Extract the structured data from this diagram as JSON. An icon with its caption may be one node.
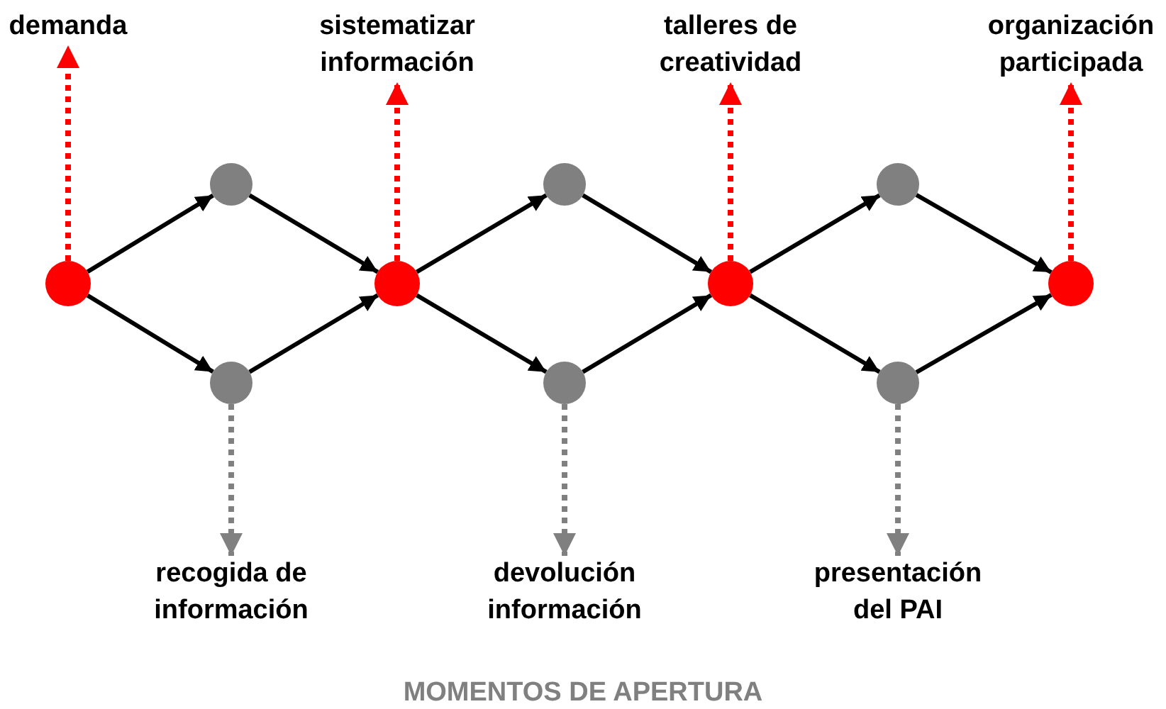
{
  "diagram": {
    "caption": "MOMENTOS DE APERTURA",
    "nodes": [
      {
        "text": [
          "demanda"
        ]
      },
      {
        "text": [
          "sistematizar información"
        ]
      },
      {
        "text": [
          "talleres de creatividad"
        ]
      },
      {
        "text": [
          "organización participada"
        ]
      },
      {
        "text": [],
        "shape": "circle"
      },
      {
        "text": [],
        "shape": "circle"
      },
      {
        "text": [],
        "shape": "circle"
      },
      {
        "text": [],
        "shape": "circle"
      },
      {
        "text": [],
        "shape": "circle"
      },
      {
        "text": [],
        "shape": "circle"
      },
      {
        "text": [],
        "shape": "circle"
      },
      {
        "text": [],
        "shape": "circle"
      },
      {
        "text": [],
        "shape": "circle"
      },
      {
        "text": [],
        "shape": "circle"
      },
      {
        "text": [
          "recogida de información"
        ]
      },
      {
        "text": [
          "devolución información"
        ]
      },
      {
        "text": [
          "presentación del PAI"
        ]
      }
    ],
    "edges": [
      {
        "from": 4,
        "to": 5,
        "arrow": "to"
      },
      {
        "from": 4,
        "to": 6,
        "arrow": "to"
      },
      {
        "from": 5,
        "to": 7,
        "arrow": "to"
      },
      {
        "from": 6,
        "to": 7,
        "arrow": "to"
      },
      {
        "from": 7,
        "to": 8,
        "arrow": "to"
      },
      {
        "from": 7,
        "to": 9,
        "arrow": "to"
      },
      {
        "from": 8,
        "to": 10,
        "arrow": "to"
      },
      {
        "from": 9,
        "to": 10,
        "arrow": "to"
      },
      {
        "from": 10,
        "to": 11,
        "arrow": "to"
      },
      {
        "from": 10,
        "to": 12,
        "arrow": "to"
      },
      {
        "from": 11,
        "to": 13,
        "arrow": "to"
      },
      {
        "from": 12,
        "to": 13,
        "arrow": "to"
      },
      {
        "from": 4,
        "to": 0,
        "arrow": "to",
        "style": "dashed",
        "color": "#ff0000"
      },
      {
        "from": 7,
        "to": 1,
        "arrow": "to",
        "style": "dashed",
        "color": "#ff0000"
      },
      {
        "from": 10,
        "to": 2,
        "arrow": "to",
        "style": "dashed",
        "color": "#ff0000"
      },
      {
        "from": 13,
        "to": 3,
        "arrow": "to",
        "style": "dashed",
        "color": "#ff0000"
      },
      {
        "from": 6,
        "to": 14,
        "arrow": "to",
        "style": "dashed",
        "color": "#808080"
      },
      {
        "from": 9,
        "to": 15,
        "arrow": "to",
        "style": "dashed",
        "color": "#808080"
      },
      {
        "from": 12,
        "to": 16,
        "arrow": "to",
        "style": "dashed",
        "color": "#808080"
      }
    ]
  }
}
